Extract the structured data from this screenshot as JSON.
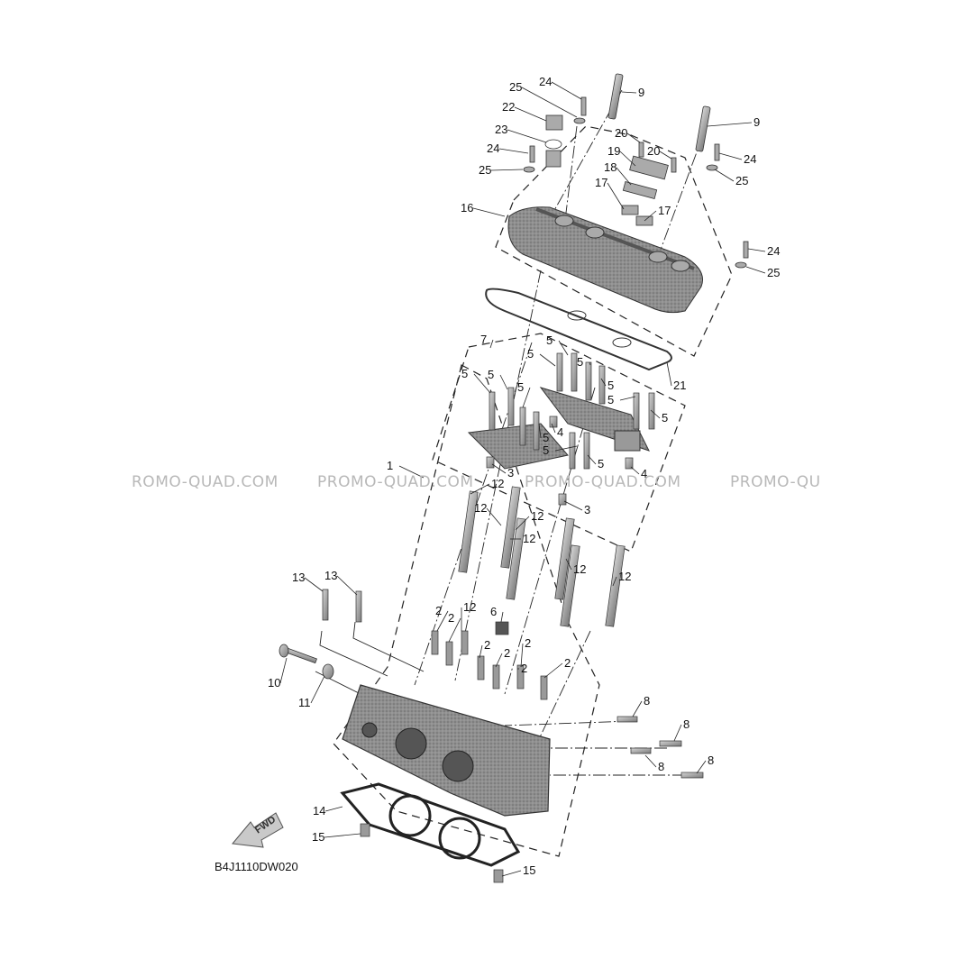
{
  "diagram": {
    "document_code": "B4J1110DW020",
    "direction_label": "FWD",
    "watermarks": [
      "ROMO-QUAD.COM",
      "PROMO-QUAD.COM",
      "PROMO-QUAD.COM",
      "PROMO-QU"
    ],
    "callouts": [
      {
        "id": "c24a",
        "label": "24"
      },
      {
        "id": "c9a",
        "label": "9"
      },
      {
        "id": "c25a",
        "label": "25"
      },
      {
        "id": "c22",
        "label": "22"
      },
      {
        "id": "c9b",
        "label": "9"
      },
      {
        "id": "c23",
        "label": "23"
      },
      {
        "id": "c20a",
        "label": "20"
      },
      {
        "id": "c24b",
        "label": "24"
      },
      {
        "id": "c19",
        "label": "19"
      },
      {
        "id": "c20b",
        "label": "20"
      },
      {
        "id": "c24c",
        "label": "24"
      },
      {
        "id": "c25b",
        "label": "25"
      },
      {
        "id": "c18",
        "label": "18"
      },
      {
        "id": "c25c",
        "label": "25"
      },
      {
        "id": "c17a",
        "label": "17"
      },
      {
        "id": "c16",
        "label": "16"
      },
      {
        "id": "c17b",
        "label": "17"
      },
      {
        "id": "c24d",
        "label": "24"
      },
      {
        "id": "c25d",
        "label": "25"
      },
      {
        "id": "c7",
        "label": "7"
      },
      {
        "id": "c5a",
        "label": "5"
      },
      {
        "id": "c5b",
        "label": "5"
      },
      {
        "id": "c5c",
        "label": "5"
      },
      {
        "id": "c21",
        "label": "21"
      },
      {
        "id": "c5d",
        "label": "5"
      },
      {
        "id": "c5e",
        "label": "5"
      },
      {
        "id": "c5f",
        "label": "5"
      },
      {
        "id": "c5g",
        "label": "5"
      },
      {
        "id": "c5h",
        "label": "5"
      },
      {
        "id": "c5i",
        "label": "5"
      },
      {
        "id": "c5j",
        "label": "5"
      },
      {
        "id": "c4a",
        "label": "4"
      },
      {
        "id": "c5k",
        "label": "5"
      },
      {
        "id": "c5l",
        "label": "5"
      },
      {
        "id": "c1",
        "label": "1"
      },
      {
        "id": "c4b",
        "label": "4"
      },
      {
        "id": "c3a",
        "label": "3"
      },
      {
        "id": "c12a",
        "label": "12"
      },
      {
        "id": "c3b",
        "label": "3"
      },
      {
        "id": "c12b",
        "label": "12"
      },
      {
        "id": "c12c",
        "label": "12"
      },
      {
        "id": "c12d",
        "label": "12"
      },
      {
        "id": "c12e",
        "label": "12"
      },
      {
        "id": "c12f",
        "label": "12"
      },
      {
        "id": "c12g",
        "label": "12"
      },
      {
        "id": "c13a",
        "label": "13"
      },
      {
        "id": "c13b",
        "label": "13"
      },
      {
        "id": "c2a",
        "label": "2"
      },
      {
        "id": "c6",
        "label": "6"
      },
      {
        "id": "c2b",
        "label": "2"
      },
      {
        "id": "c2c",
        "label": "2"
      },
      {
        "id": "c2d",
        "label": "2"
      },
      {
        "id": "c2e",
        "label": "2"
      },
      {
        "id": "c2f",
        "label": "2"
      },
      {
        "id": "c2g",
        "label": "2"
      },
      {
        "id": "c10",
        "label": "10"
      },
      {
        "id": "c11",
        "label": "11"
      },
      {
        "id": "c8a",
        "label": "8"
      },
      {
        "id": "c8b",
        "label": "8"
      },
      {
        "id": "c8c",
        "label": "8"
      },
      {
        "id": "c8d",
        "label": "8"
      },
      {
        "id": "c14",
        "label": "14"
      },
      {
        "id": "c15a",
        "label": "15"
      },
      {
        "id": "c15b",
        "label": "15"
      }
    ]
  }
}
